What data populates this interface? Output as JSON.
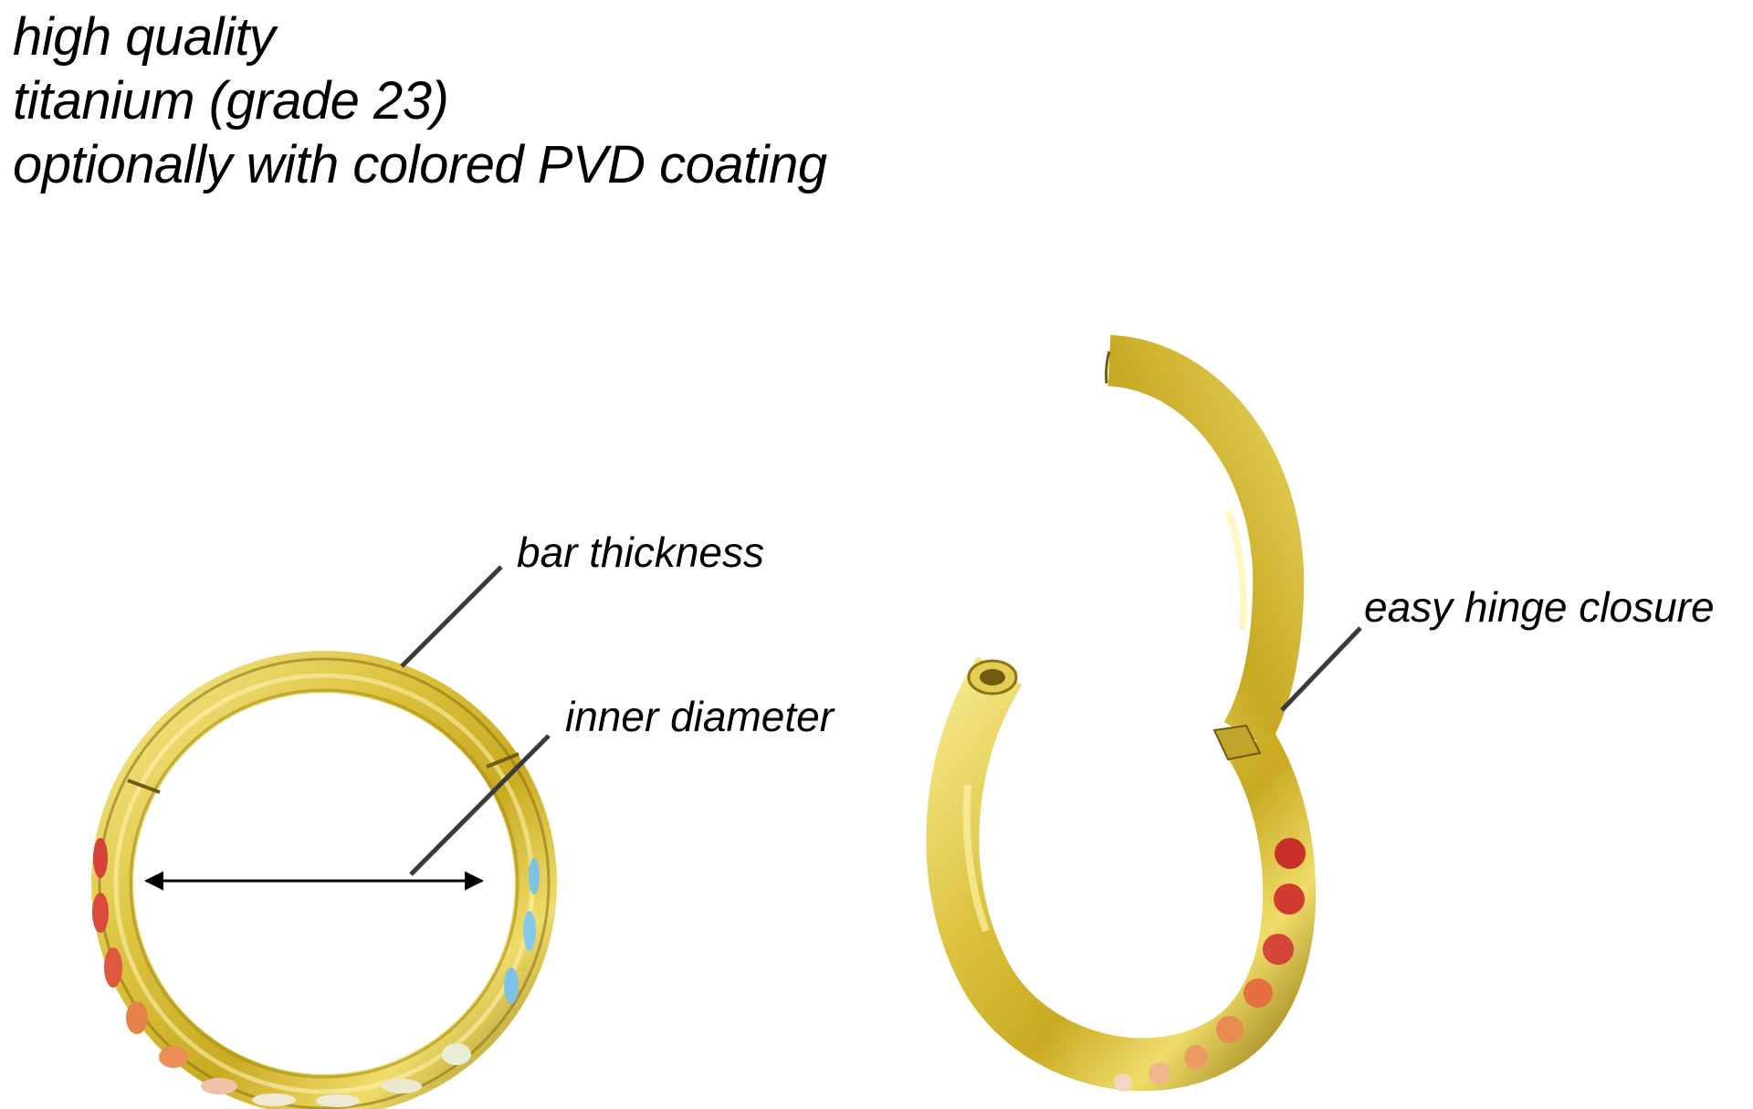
{
  "headline": {
    "lines": [
      "high quality",
      "titanium (grade 23)",
      "optionally with colored PVD coating"
    ]
  },
  "labels": {
    "bar_thickness": "bar thickness",
    "inner_diameter": "inner diameter",
    "hinge_closure": "easy hinge closure"
  },
  "colors": {
    "gold_light": "#f3e27a",
    "gold_mid": "#d9bf3c",
    "gold_dark": "#8a7412",
    "leader_line": "#3a3a3a",
    "gem_red": "#d4423a",
    "gem_orange": "#e6834a",
    "gem_blue": "#7cc3e6",
    "gem_clear": "#efe9d6"
  }
}
